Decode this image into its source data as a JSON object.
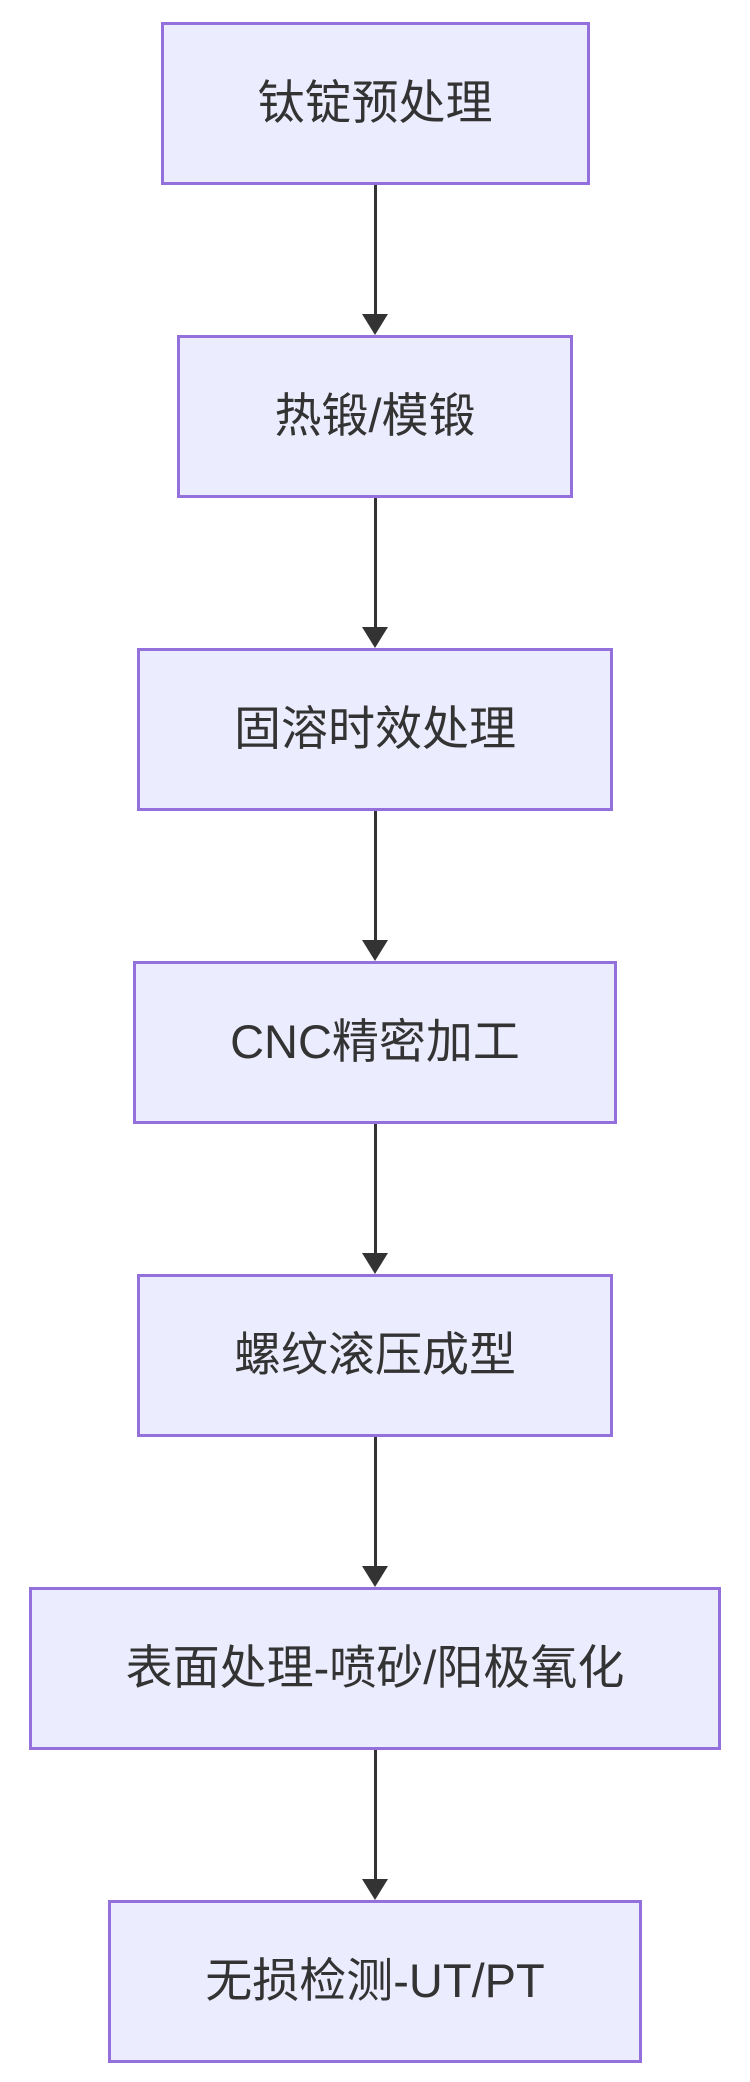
{
  "flowchart": {
    "type": "process-flow",
    "direction": "top-down",
    "colors": {
      "node_fill": "#ECECFF",
      "node_border": "#9370DB",
      "text_color": "#333333",
      "arrow_color": "#333333",
      "background": "#FFFFFF"
    },
    "nodes": [
      {
        "id": "step-1",
        "label": "钛锭预处理"
      },
      {
        "id": "step-2",
        "label": "热锻/模锻"
      },
      {
        "id": "step-3",
        "label": "固溶时效处理"
      },
      {
        "id": "step-4",
        "label": "CNC精密加工"
      },
      {
        "id": "step-5",
        "label": "螺纹滚压成型"
      },
      {
        "id": "step-6",
        "label": "表面处理-喷砂/阳极氧化"
      },
      {
        "id": "step-7",
        "label": "无损检测-UT/PT"
      }
    ],
    "edges": [
      {
        "from": "step-1",
        "to": "step-2",
        "style": "solid-arrow"
      },
      {
        "from": "step-2",
        "to": "step-3",
        "style": "solid-arrow"
      },
      {
        "from": "step-3",
        "to": "step-4",
        "style": "solid-arrow"
      },
      {
        "from": "step-4",
        "to": "step-5",
        "style": "solid-arrow"
      },
      {
        "from": "step-5",
        "to": "step-6",
        "style": "solid-arrow"
      },
      {
        "from": "step-6",
        "to": "step-7",
        "style": "solid-arrow"
      }
    ]
  }
}
